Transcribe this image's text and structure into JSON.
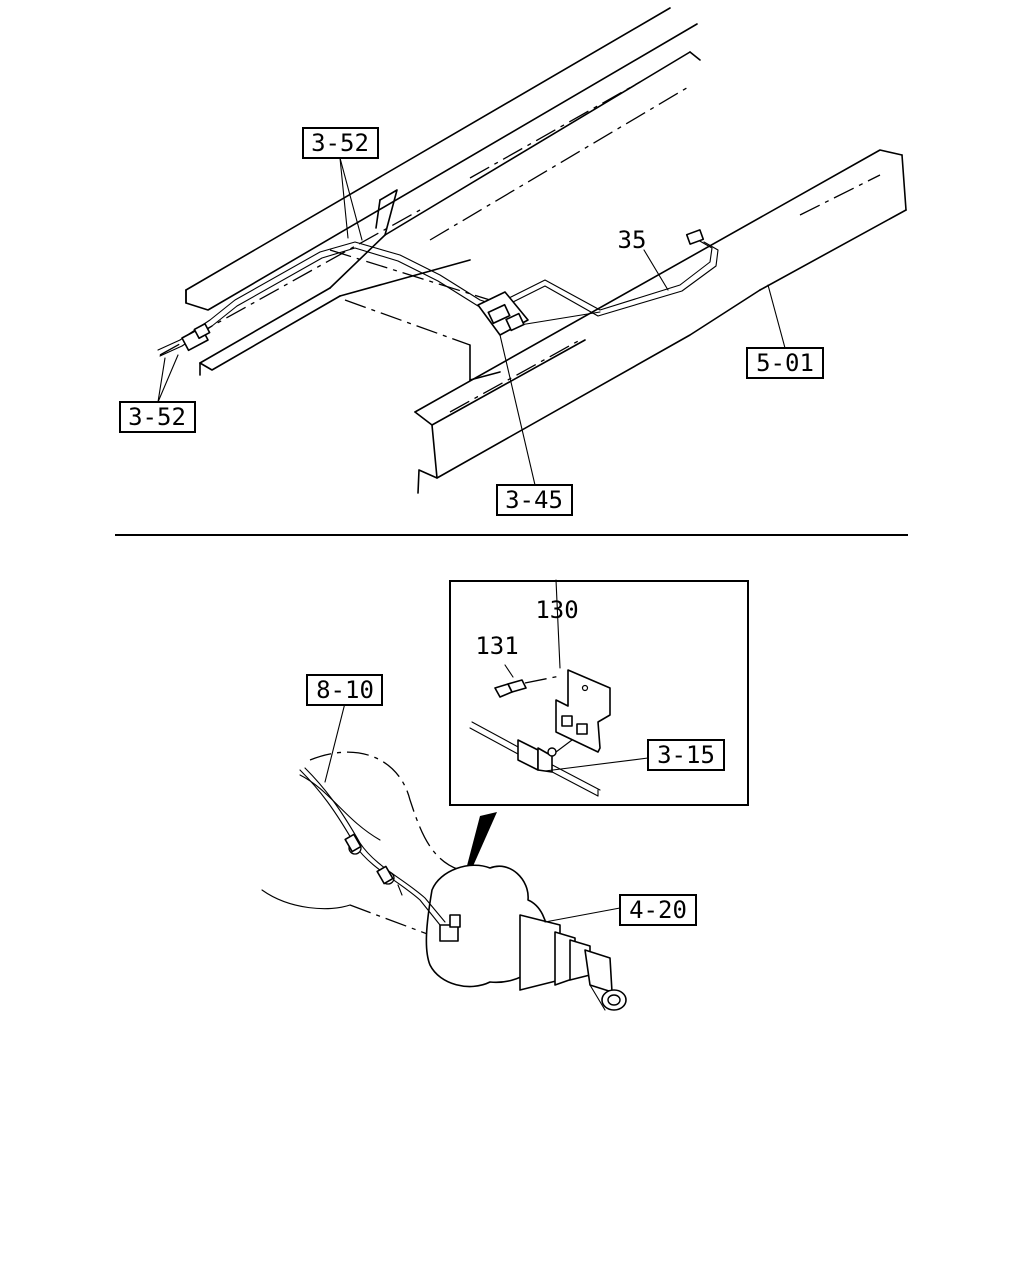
{
  "callouts": {
    "ref_3_52_top": "3-52",
    "ref_3_52_left": "3-52",
    "ref_5_01": "5-01",
    "ref_3_45": "3-45",
    "ref_8_10": "8-10",
    "ref_3_15": "3-15",
    "ref_4_20": "4-20"
  },
  "part_numbers": {
    "p35": "35",
    "p130": "130",
    "p131": "131"
  }
}
